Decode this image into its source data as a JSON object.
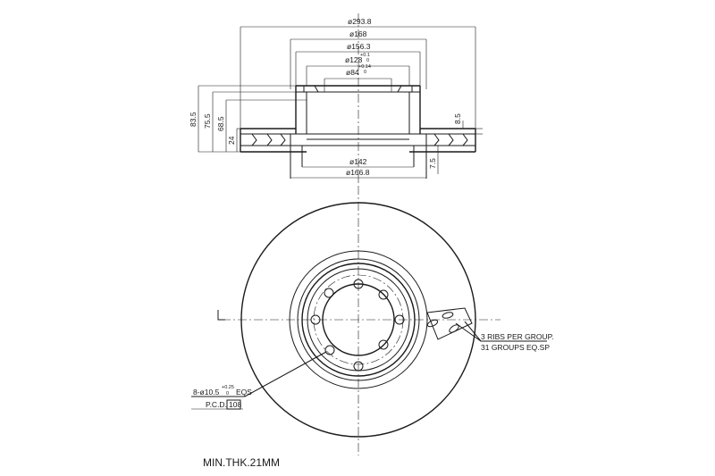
{
  "side_view": {
    "dimensions": {
      "od_293_8": "ø293.8",
      "d168": "ø168",
      "d156_3": "ø156.3",
      "d128": "ø128",
      "d128_tol_upper": "+0.1",
      "d128_tol_lower": "0",
      "d84": "ø84",
      "d84_tol_upper": "+0.14",
      "d84_tol_lower": "0",
      "d142": "ø142",
      "d166_8": "ø166.8",
      "h83_5": "83.5",
      "h75_5": "75.5",
      "h68_5": "68.5",
      "h24": "24",
      "h8_5": "8.5",
      "h7_5": "7.5"
    }
  },
  "front_view": {
    "bolt_holes_label": "8-ø10.5",
    "bolt_holes_tol_upper": "+0.25",
    "bolt_holes_tol_lower": "0",
    "bolt_holes_suffix": "EQS",
    "pcd_label": "P.C.D.",
    "pcd_value": "108",
    "ribs_line1": "3 RIBS PER GROUP.",
    "ribs_line2": "31 GROUPS EQ.SP"
  },
  "note": "MIN.THK.21MM"
}
